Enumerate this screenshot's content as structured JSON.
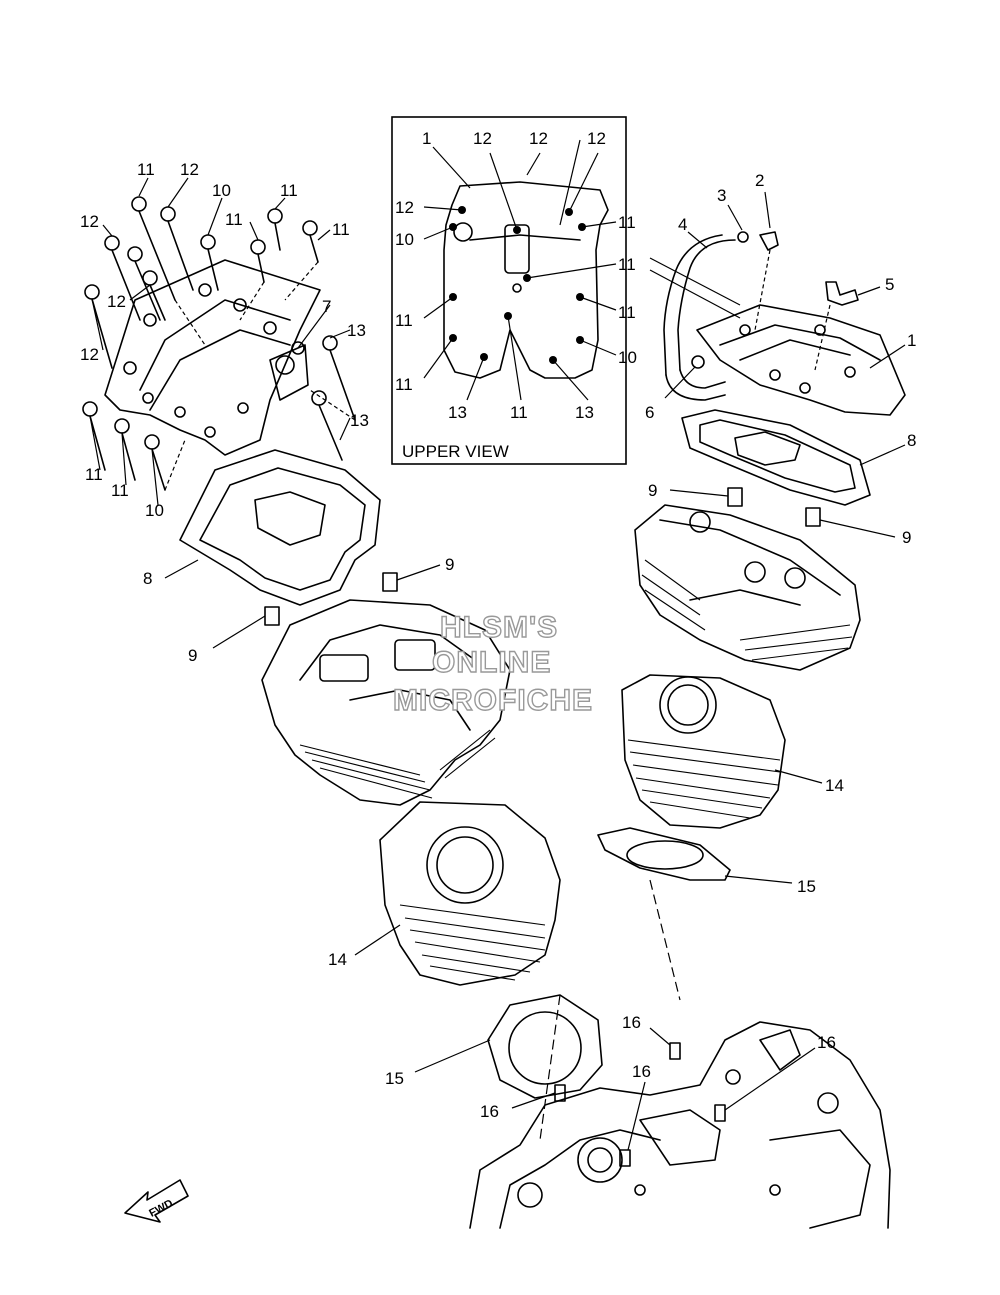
{
  "inset": {
    "title": "UPPER VIEW"
  },
  "watermark": {
    "lines": [
      "HLSM'S",
      "ONLINE",
      "MICROFICHE"
    ]
  },
  "fwd_label": "FWD",
  "callouts": {
    "c1": "1",
    "c2": "2",
    "c3": "3",
    "c4": "4",
    "c5": "5",
    "c6": "6",
    "c7": "7",
    "c8": "8",
    "c9": "9",
    "c10": "10",
    "c11": "11",
    "c12": "12",
    "c13": "13",
    "c14": "14",
    "c15": "15",
    "c16": "16"
  }
}
